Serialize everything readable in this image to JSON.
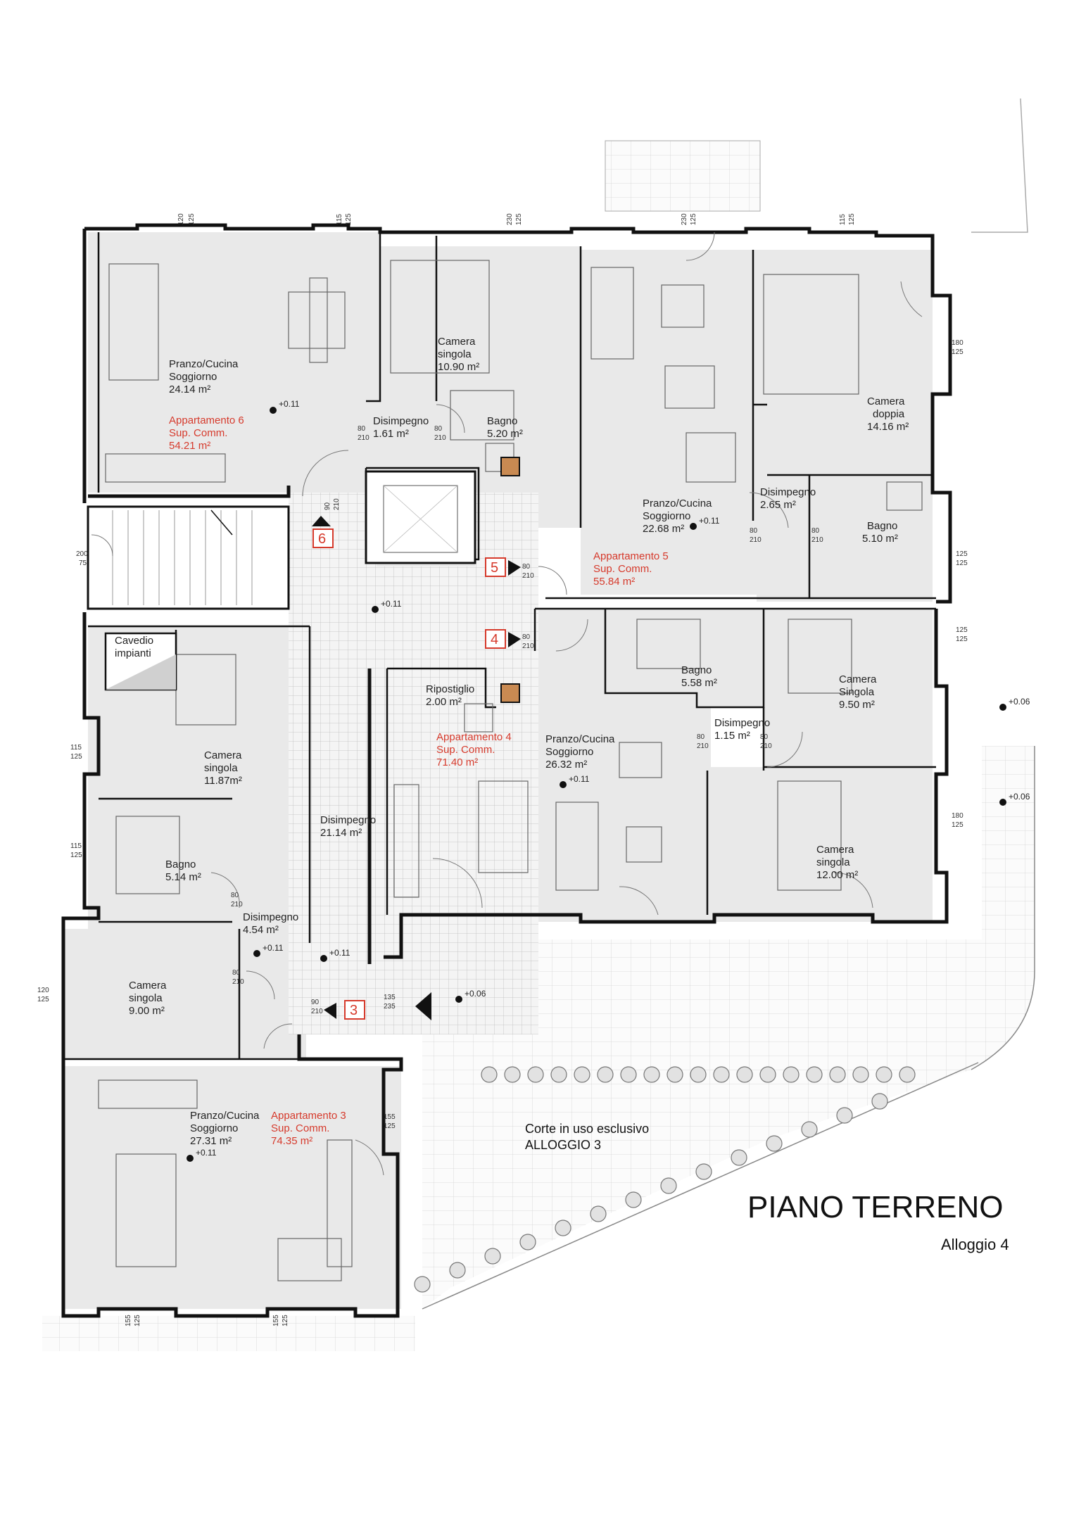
{
  "title": "PIANO TERRENO",
  "subtitle": "Alloggio 4",
  "courtyard": {
    "line1": "Corte in uso esclusivo",
    "line2": "ALLOGGIO 3"
  },
  "colors": {
    "apartment_label": "#d63a2c",
    "wall": "#111111",
    "room_fill": "#e9e9e9"
  },
  "rooms": {
    "a6_living": {
      "name1": "Pranzo/Cucina",
      "name2": "Soggiorno",
      "area": "24.14 m²"
    },
    "a6_label": {
      "apt": "Appartamento 6",
      "sup": "Sup. Comm.",
      "area": "54.21 m²"
    },
    "a6_bed": {
      "name1": "Camera",
      "name2": "singola",
      "area": "10.90 m²"
    },
    "a6_hall": {
      "name1": "Disimpegno",
      "area": "1.61 m²"
    },
    "a6_bath": {
      "name1": "Bagno",
      "area": "5.20 m²"
    },
    "a5_living": {
      "name1": "Pranzo/Cucina",
      "name2": "Soggiorno",
      "area": "22.68 m²"
    },
    "a5_label": {
      "apt": "Appartamento 5",
      "sup": "Sup. Comm.",
      "area": "55.84 m²"
    },
    "a5_bed": {
      "name1": "Camera",
      "name2": "doppia",
      "area": "14.16 m²"
    },
    "a5_hall": {
      "name1": "Disimpegno",
      "area": "2.65 m²"
    },
    "a5_bath": {
      "name1": "Bagno",
      "area": "5.10 m²"
    },
    "cavedio": {
      "name1": "Cavedio",
      "name2": "impianti"
    },
    "a4_store": {
      "name1": "Ripostiglio",
      "area": "2.00 m²"
    },
    "a4_label": {
      "apt": "Appartamento 4",
      "sup": "Sup. Comm.",
      "area": "71.40 m²"
    },
    "a4_living": {
      "name1": "Pranzo/Cucina",
      "name2": "Soggiorno",
      "area": "26.32 m²"
    },
    "a4_bath": {
      "name1": "Bagno",
      "area": "5.58 m²"
    },
    "a4_hall": {
      "name1": "Disimpegno",
      "area": "1.15 m²"
    },
    "a4_bed1": {
      "name1": "Camera",
      "name2": "Singola",
      "area": "9.50 m²"
    },
    "a4_bed2": {
      "name1": "Camera",
      "name2": "singola",
      "area": "12.00 m²"
    },
    "common_hall": {
      "name1": "Disimpegno",
      "area": "21.14 m²"
    },
    "a3_bed1": {
      "name1": "Camera",
      "name2": "singola",
      "area": "11.87m²"
    },
    "a3_bath": {
      "name1": "Bagno",
      "area": "5.14 m²"
    },
    "a3_hall": {
      "name1": "Disimpegno",
      "area": "4.54 m²"
    },
    "a3_bed2": {
      "name1": "Camera",
      "name2": "singola",
      "area": "9.00 m²"
    },
    "a3_living": {
      "name1": "Pranzo/Cucina",
      "name2": "Soggiorno",
      "area": "27.31 m²"
    },
    "a3_label": {
      "apt": "Appartamento 3",
      "sup": "Sup. Comm.",
      "area": "74.35 m²"
    }
  },
  "markers": {
    "m6": "6",
    "m5": "5",
    "m4": "4",
    "m3": "3"
  },
  "levels": {
    "p011": "+0.11",
    "p006": "+0.06"
  },
  "dims": {
    "d80": "80",
    "d210": "210",
    "d90": "90",
    "d120": "120",
    "d125": "125",
    "d115": "115",
    "d230": "230",
    "d180": "180",
    "d200": "200",
    "d75": "75",
    "d155": "155",
    "d135": "135",
    "d235": "235"
  }
}
